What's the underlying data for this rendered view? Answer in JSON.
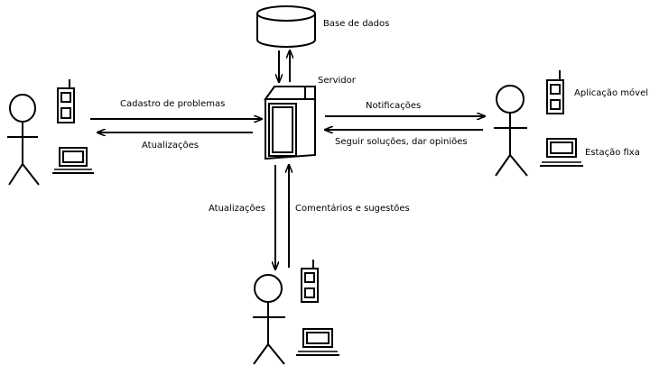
{
  "nodes": {
    "database": "Base de dados",
    "server": "Servidor",
    "mobile_app": "Aplicação móvel",
    "fixed_station": "Estação fixa"
  },
  "edges": {
    "left_to_server": "Cadastro de problemas",
    "server_to_left": "Atualizações",
    "server_to_right": "Notificações",
    "right_to_server": "Seguir soluções, dar opiniões",
    "server_to_bottom": "Atualizações",
    "bottom_to_server": "Comentários e sugestões"
  },
  "colors": {
    "stroke": "#000000",
    "background": "#ffffff"
  }
}
